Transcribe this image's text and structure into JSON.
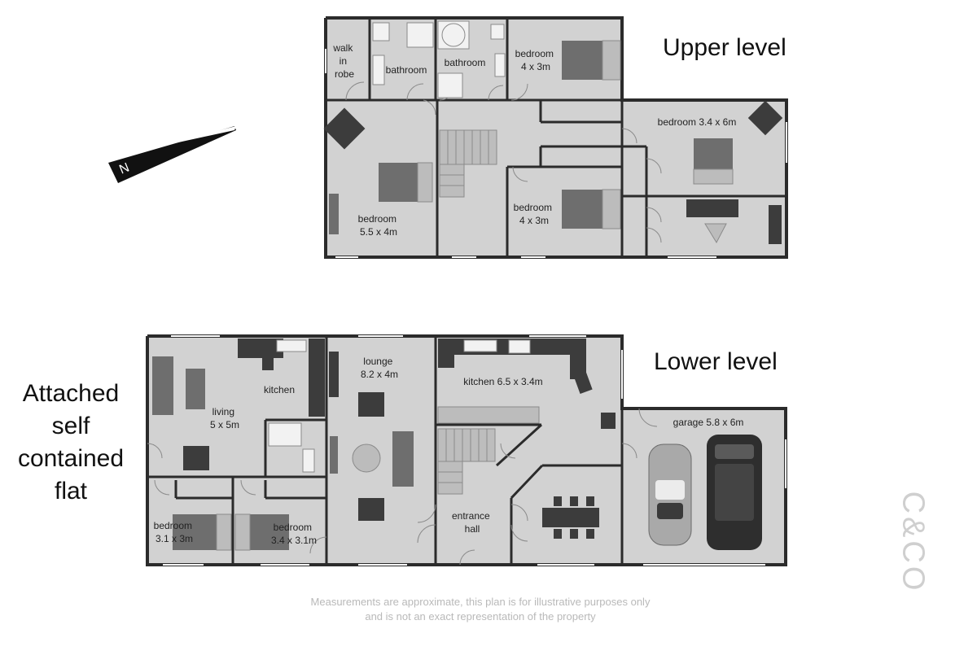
{
  "levels": {
    "upper": "Upper level",
    "lower": "Lower level"
  },
  "flat_label": [
    "Attached",
    "self",
    "contained",
    "flat"
  ],
  "north_symbol": "N",
  "upper_rooms": {
    "walk_in_robe": [
      "walk",
      "in",
      "robe"
    ],
    "bathroom_1": "bathroom",
    "bathroom_2": "bathroom",
    "bedroom_top": [
      "bedroom",
      "4 x 3m"
    ],
    "bedroom_large": "bedroom 3.4 x 6m",
    "bedroom_left": [
      "bedroom",
      "5.5 x 4m"
    ],
    "bedroom_mid": [
      "bedroom",
      "4 x 3m"
    ]
  },
  "lower_rooms": {
    "living": [
      "living",
      "5 x 5m"
    ],
    "flat_kitchen": "kitchen",
    "bedroom_a": [
      "bedroom",
      "3.1 x 3m"
    ],
    "bedroom_b": [
      "bedroom",
      "3.4 x 3.1m"
    ],
    "lounge": [
      "lounge",
      "8.2 x 4m"
    ],
    "kitchen": "kitchen 6.5 x 3.4m",
    "entrance_hall": [
      "entrance",
      "hall"
    ],
    "garage": "garage 5.8 x 6m"
  },
  "disclaimer": "Measurements are approximate, this plan is for illustrative purposes only and is not an exact representation of the property",
  "logo": "C&CO"
}
